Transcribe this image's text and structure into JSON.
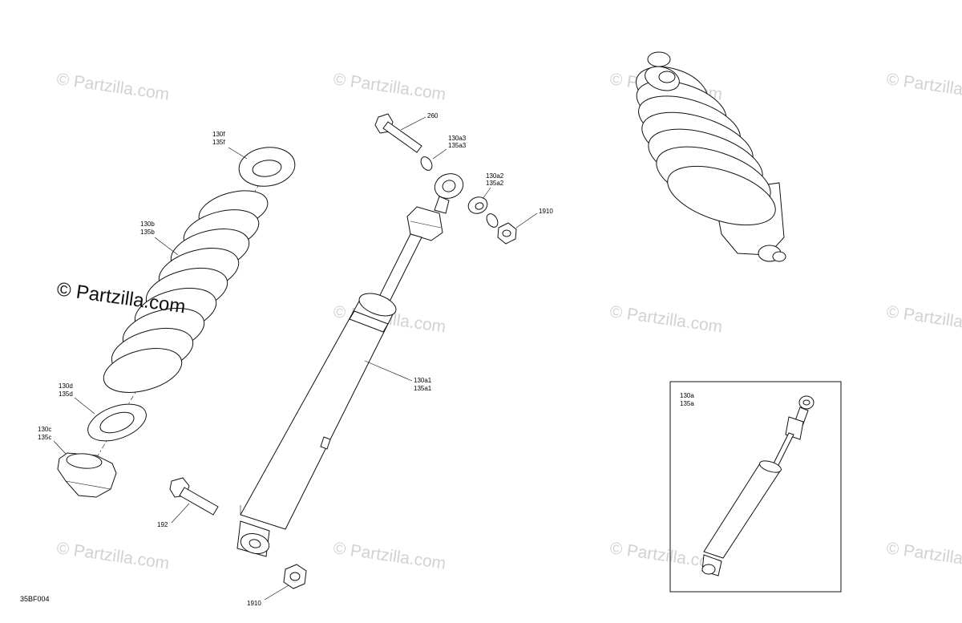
{
  "drawing_code": "35BF004",
  "watermark": {
    "main": "© Partzilla.com",
    "faint": "© Partzilla.com"
  },
  "callouts": {
    "spring_seat_top": [
      "130f",
      "135f"
    ],
    "spring": [
      "130b",
      "135b"
    ],
    "spring_seat_lower": [
      "130d",
      "135d"
    ],
    "spring_adjuster": [
      "130c",
      "135c"
    ],
    "bolt_top": "260",
    "retaining_ring_top": [
      "130a3",
      "135a3"
    ],
    "bushing_top": [
      "130a2",
      "135a2"
    ],
    "nut_top": "1910",
    "shock_body": [
      "130a1",
      "135a1"
    ],
    "bolt_lower": "192",
    "nut_lower": "1910",
    "inset_shock": [
      "130a",
      "135a"
    ]
  }
}
